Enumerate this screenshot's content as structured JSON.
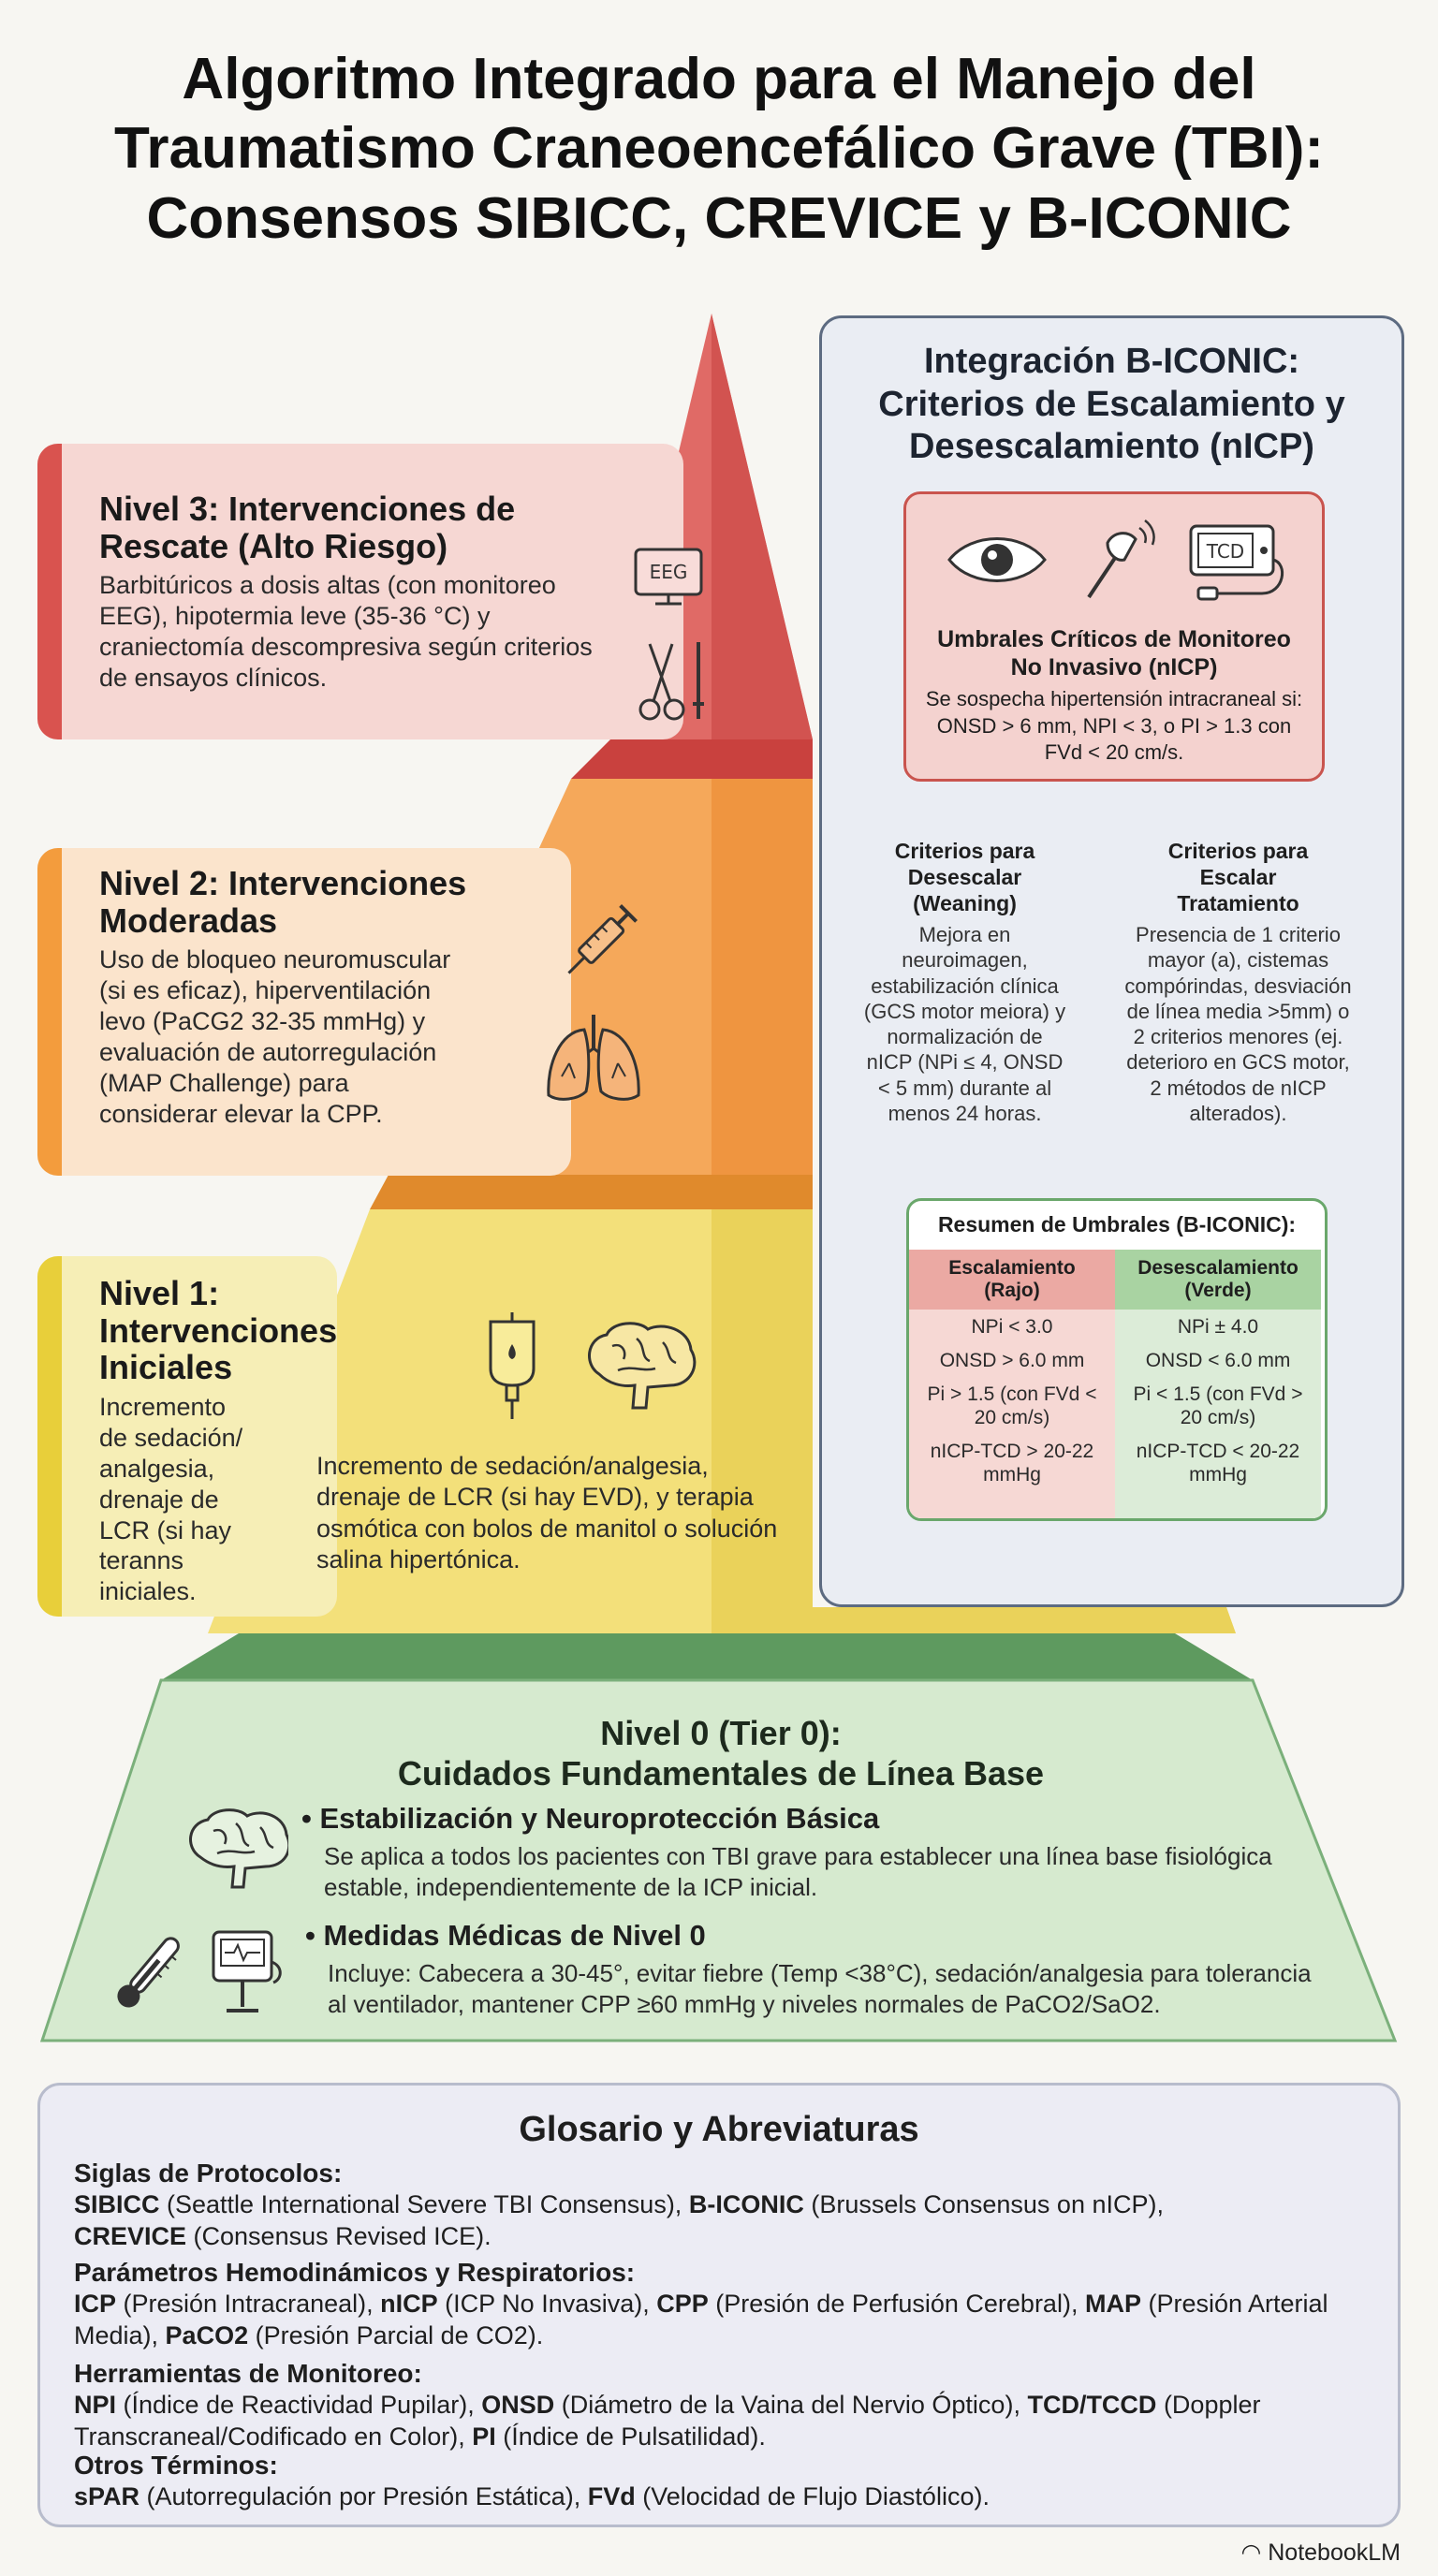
{
  "title_lines": [
    "Algoritmo Integrado para el Manejo del",
    "Traumatismo Craneoencefálico Grave (TBI):",
    "Consensos SIBICC, CREVICE y B-ICONIC"
  ],
  "level3": {
    "title_lines": [
      "Nivel 3: Intervenciones de",
      "Rescate (Alto Riesgo)"
    ],
    "text": "Barbitúricos a dosis altas (con monitoreo EEG), hipotermia leve (35-36 °C) y craniectomía descompresiva según criterios de ensayos clínicos.",
    "icon_label": "EEG"
  },
  "level2": {
    "title_lines": [
      "Nivel 2: Intervenciones",
      "Moderadas"
    ],
    "text": "Uso de bloqueo neuromuscular (si es eficaz), hiperventilación levo (PaCG2 32-35 mmHg) y evaluación de autorregulación (MAP Challenge) para considerar elevar la CPP."
  },
  "level1": {
    "title_lines": [
      "Nivel 1:",
      "Intervenciones",
      "Iniciales"
    ],
    "text": "Incremento de sedación/ analgesia, drenaje de LCR (si hay teranns iniciales.",
    "center_text": "Incremento de sedación/analgesia, drenaje de LCR (si hay EVD), y terapia osmótica con bolos de manitol o solución salina hipertónica."
  },
  "panel": {
    "title_lines": [
      "Integración B-ICONIC:",
      "Criterios de Escalamiento y",
      "Desescalamiento (nICP)"
    ],
    "thresholds": {
      "title_lines": [
        "Umbrales Críticos de Monitoreo",
        "No Invasivo (nICP)"
      ],
      "text": "Se sospecha hipertensión intracraneal si: ONSD > 6 mm, NPI < 3, o PI > 1.3 con FVd < 20 cm/s.",
      "tcd_label": "TCD"
    },
    "weaning": {
      "title_lines": [
        "Criterios para",
        "Desescalar",
        "(Weaning)"
      ],
      "text": "Mejora en neuroimagen, estabilización clínica (GCS motor meiora) y normalización de nICP (NPi ≤ 4, ONSD < 5 mm) durante al menos 24 horas."
    },
    "escalate": {
      "title_lines": [
        "Criterios para",
        "Escalar",
        "Tratamiento"
      ],
      "text": "Presencia de 1 criterio mayor (a), cistemas compórindas, desviación de línea media >5mm) o 2 criterios menores (ej. deterioro en GCS motor, 2 métodos de nICP alterados)."
    },
    "summary": {
      "title": "Resumen de Umbrales (B-ICONIC):",
      "escalation_header_lines": [
        "Escalamiento",
        "(Rajo)"
      ],
      "deescalation_header_lines": [
        "Desescalamiento",
        "(Verde)"
      ],
      "escalation": [
        "NPi < 3.0",
        "ONSD > 6.0 mm",
        "Pi > 1.5 (con FVd < 20 cm/s)",
        "nICP-TCD > 20-22 mmHg"
      ],
      "deescalation": [
        "NPi ± 4.0",
        "ONSD < 6.0 mm",
        "Pi < 1.5 (con FVd > 20 cm/s)",
        "nICP-TCD < 20-22 mmHg"
      ]
    }
  },
  "level0": {
    "title_lines": [
      "Nivel 0 (Tier 0):",
      "Cuidados Fundamentales de Línea Base"
    ],
    "item1_title": "Estabilización y Neuroprotección Básica",
    "item1_text": "Se aplica a todos los pacientes con TBI grave para establecer una línea base fisiológica estable, independientemente de la ICP inicial.",
    "item2_title": "Medidas Médicas de Nivel 0",
    "item2_text": "Incluye: Cabecera a 30-45°, evitar fiebre (Temp <38°C), sedación/analgesia para tolerancia al ventilador, mantener CPP ≥60 mmHg y niveles normales de PaCO2/SaO2."
  },
  "glossary": {
    "title": "Glosario y Abreviaturas",
    "s1_title": "Siglas de Protocolos:",
    "s1": [
      {
        "abbr": "SIBICC",
        "desc": " (Seattle International Severe TBI Consensus), "
      },
      {
        "abbr": "B-ICONIC",
        "desc": " (Brussels Consensus on nICP), "
      },
      {
        "abbr": "CREVICE",
        "desc": " (Consensus Revised ICE)."
      }
    ],
    "s2_title": "Parámetros Hemodinámicos y Respiratorios:",
    "s2": [
      {
        "abbr": "ICP",
        "desc": " (Presión Intracraneal), "
      },
      {
        "abbr": "nICP",
        "desc": " (ICP No Invasiva), "
      },
      {
        "abbr": "CPP",
        "desc": " (Presión de Perfusión Cerebral), "
      },
      {
        "abbr": "MAP",
        "desc": " (Presión Arterial Media), "
      },
      {
        "abbr": "PaCO2",
        "desc": " (Presión Parcial de CO2)."
      }
    ],
    "s3_title": "Herramientas de Monitoreo:",
    "s3": [
      {
        "abbr": "NPI",
        "desc": " (Índice de Reactividad Pupilar), "
      },
      {
        "abbr": "ONSD",
        "desc": " (Diámetro de la Vaina del Nervio Óptico), "
      },
      {
        "abbr": "TCD/TCCD",
        "desc": " (Doppler Transcraneal/Codificado en Color), "
      },
      {
        "abbr": "PI",
        "desc": " (Índice de Pulsatilidad)."
      }
    ],
    "s4_title": "Otros Términos:",
    "s4": [
      {
        "abbr": "sPAR",
        "desc": " (Autorregulación por Presión Estática), "
      },
      {
        "abbr": "FVd",
        "desc": " (Velocidad de Flujo Diastólico)."
      }
    ]
  },
  "brand": "NotebookLM",
  "colors": {
    "level3": "#d9534f",
    "level2": "#f39c3d",
    "level1": "#e8cf3a",
    "level0": "#6aa76b"
  }
}
